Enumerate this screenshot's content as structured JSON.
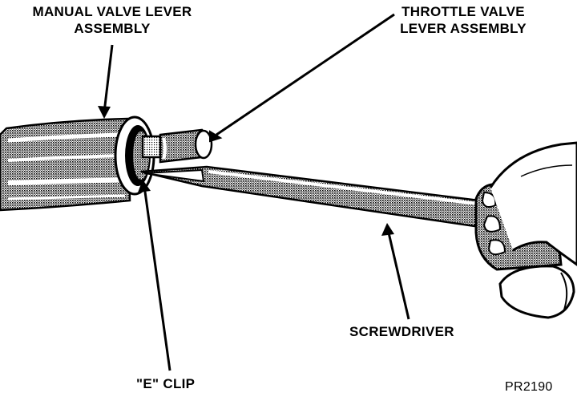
{
  "labels": {
    "manual_valve_lever_line1": "MANUAL VALVE LEVER",
    "manual_valve_lever_line2": "ASSEMBLY",
    "throttle_valve_lever_line1": "THROTTLE VALVE",
    "throttle_valve_lever_line2": "LEVER ASSEMBLY",
    "screwdriver": "SCREWDRIVER",
    "e_clip": "\"E\" CLIP"
  },
  "figure_code": "PR2190",
  "colors": {
    "ink": "#000000",
    "paper": "#ffffff",
    "shade": "#8a8a8a"
  }
}
